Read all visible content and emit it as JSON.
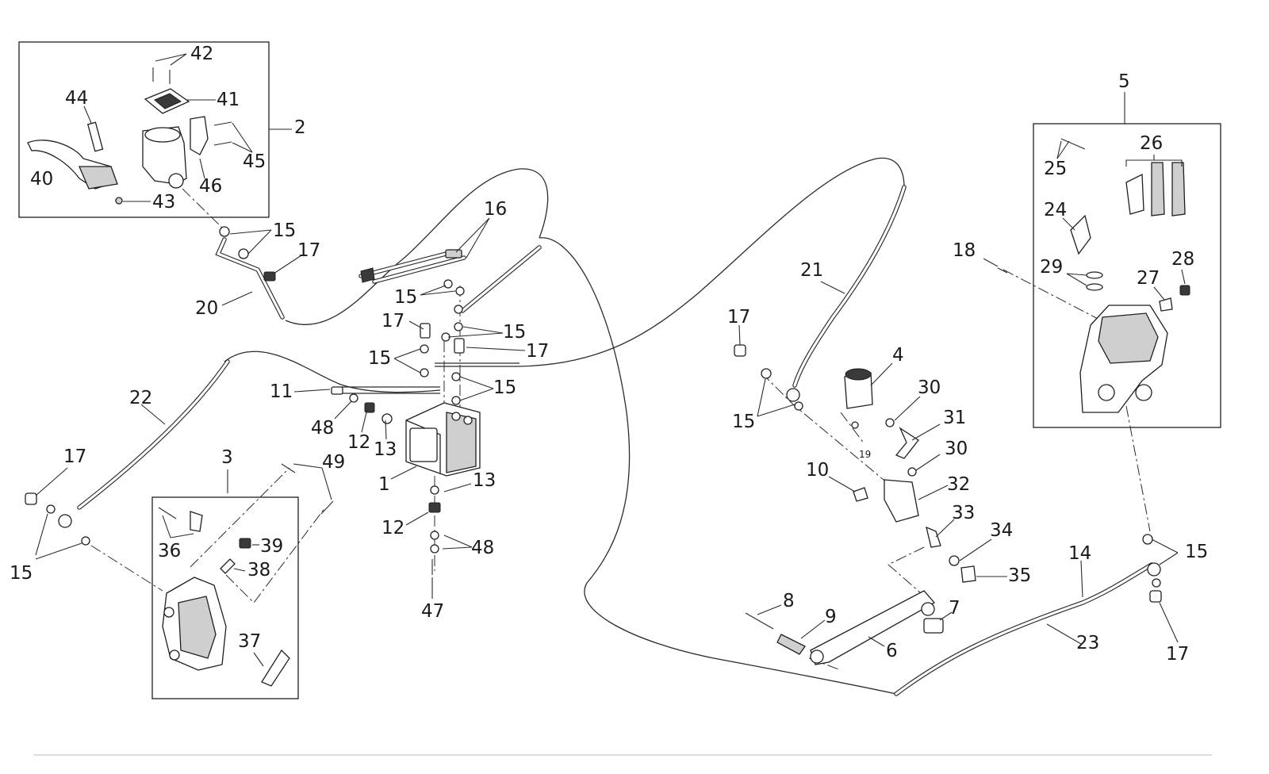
{
  "callouts": {
    "n1": "1",
    "n2": "2",
    "n3": "3",
    "n4": "4",
    "n5": "5",
    "n6": "6",
    "n7": "7",
    "n8": "8",
    "n9": "9",
    "n10": "10",
    "n11": "11",
    "n12a": "12",
    "n12b": "12",
    "n13a": "13",
    "n13b": "13",
    "n14": "14",
    "n15a": "15",
    "n15b": "15",
    "n15c": "15",
    "n15d": "15",
    "n15e": "15",
    "n15f": "15",
    "n15g": "15",
    "n15h": "15",
    "n16": "16",
    "n17a": "17",
    "n17b": "17",
    "n17c": "17",
    "n17d": "17",
    "n17e": "17",
    "n17f": "17",
    "n18": "18",
    "n19": "19",
    "n20": "20",
    "n21": "21",
    "n22": "22",
    "n23": "23",
    "n24": "24",
    "n25": "25",
    "n26": "26",
    "n27": "27",
    "n28": "28",
    "n29": "29",
    "n30a": "30",
    "n30b": "30",
    "n31": "31",
    "n32": "32",
    "n33": "33",
    "n34": "34",
    "n35": "35",
    "n36": "36",
    "n37": "37",
    "n38": "38",
    "n39": "39",
    "n40": "40",
    "n41": "41",
    "n42": "42",
    "n43": "43",
    "n44": "44",
    "n45": "45",
    "n46": "46",
    "n47": "47",
    "n48a": "48",
    "n48b": "48",
    "n49": "49"
  },
  "colors": {
    "ink": "#1f1f1f",
    "fill_light": "#cfcfcf",
    "background": "#ffffff"
  }
}
